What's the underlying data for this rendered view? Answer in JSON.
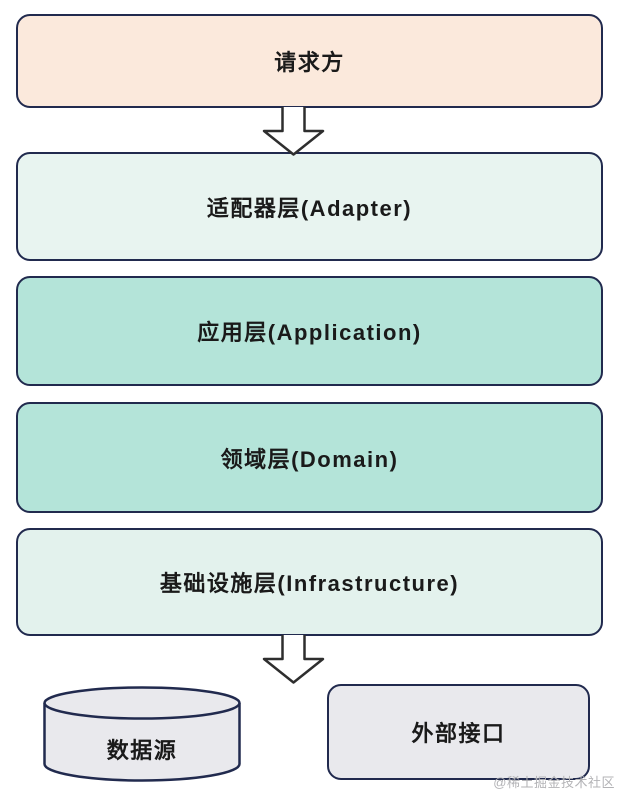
{
  "diagram": {
    "top_node": {
      "label": "请求方"
    },
    "layers": [
      {
        "label": "适配器层(Adapter)"
      },
      {
        "label": "应用层(Application)"
      },
      {
        "label": "领域层(Domain)"
      },
      {
        "label": "基础设施层(Infrastructure)"
      }
    ],
    "bottom_nodes": [
      {
        "label": "数据源",
        "shape": "cylinder"
      },
      {
        "label": "外部接口",
        "shape": "rounded-rect"
      }
    ],
    "arrows": [
      {
        "from": "请求方",
        "to": "适配器层(Adapter)",
        "direction": "down"
      },
      {
        "from": "基础设施层(Infrastructure)",
        "to": "数据源 / 外部接口",
        "direction": "down"
      }
    ],
    "colors": {
      "requester_fill": "#FBE9DC",
      "adapter_fill": "#E8F4F0",
      "application_fill": "#B4E4D9",
      "domain_fill": "#B4E4D9",
      "infrastructure_fill": "#E3F2ED",
      "datastore_fill": "#E9E9ED",
      "node_border": "#212A4E",
      "arrow_outline": "#2E2E2E",
      "text": "#1A1A1A",
      "watermark": "#B3B3B6"
    },
    "watermark": "@稀土掘金技术社区"
  }
}
